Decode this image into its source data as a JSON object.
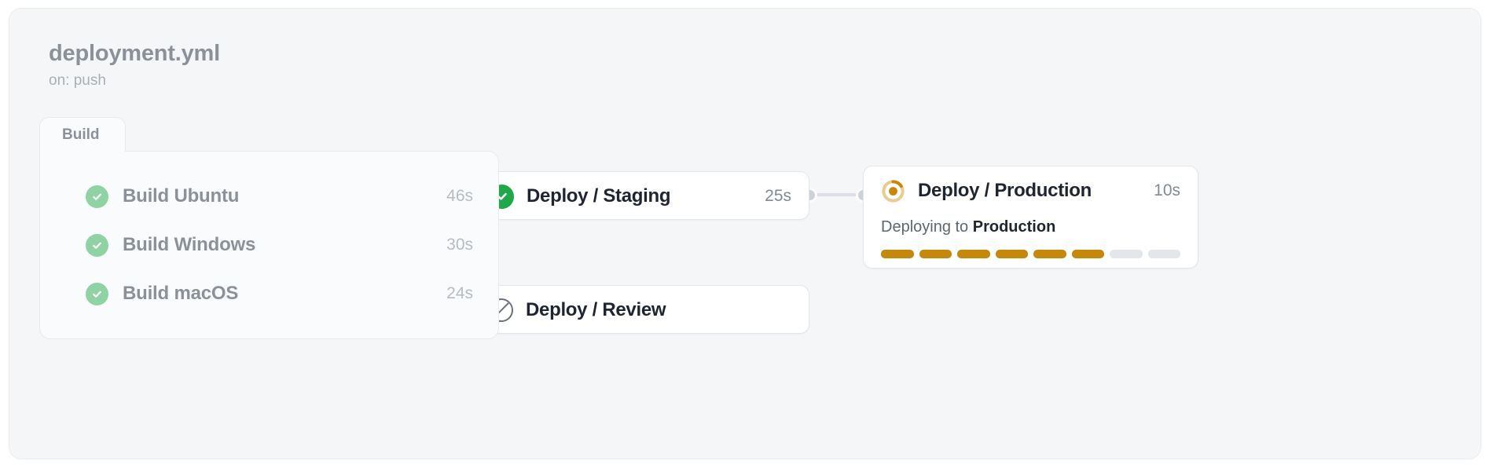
{
  "workflow": {
    "title": "deployment.yml",
    "trigger": "on: push"
  },
  "group": {
    "tab_label": "Build",
    "jobs": [
      {
        "name": "Build Ubuntu",
        "duration": "46s",
        "status": "success"
      },
      {
        "name": "Build Windows",
        "duration": "30s",
        "status": "success"
      },
      {
        "name": "Build macOS",
        "duration": "24s",
        "status": "success"
      }
    ]
  },
  "nodes": [
    {
      "id": "staging",
      "title": "Deploy / Staging",
      "duration": "25s",
      "status": "success"
    },
    {
      "id": "review",
      "title": "Deploy / Review",
      "duration": "",
      "status": "skipped"
    },
    {
      "id": "production",
      "title": "Deploy / Production",
      "duration": "10s",
      "status": "running",
      "subtitle_prefix": "Deploying to ",
      "subtitle_target": "Production",
      "progress": {
        "total": 8,
        "filled": 6
      }
    }
  ],
  "colors": {
    "canvas_bg": "#f5f6f8",
    "panel_bg": "#fafbfc",
    "node_bg": "#ffffff",
    "success_soft": "#8fd3a5",
    "success_solid": "#1fa74a",
    "running_amber": "#c5880b",
    "running_amber_light": "#e8cd93",
    "skipped_gray": "#6b7280",
    "edge_gray": "#dcdfe4",
    "port_gray": "#cdd2d8",
    "title_gray": "#8b9199",
    "node_title": "#1f2530"
  }
}
